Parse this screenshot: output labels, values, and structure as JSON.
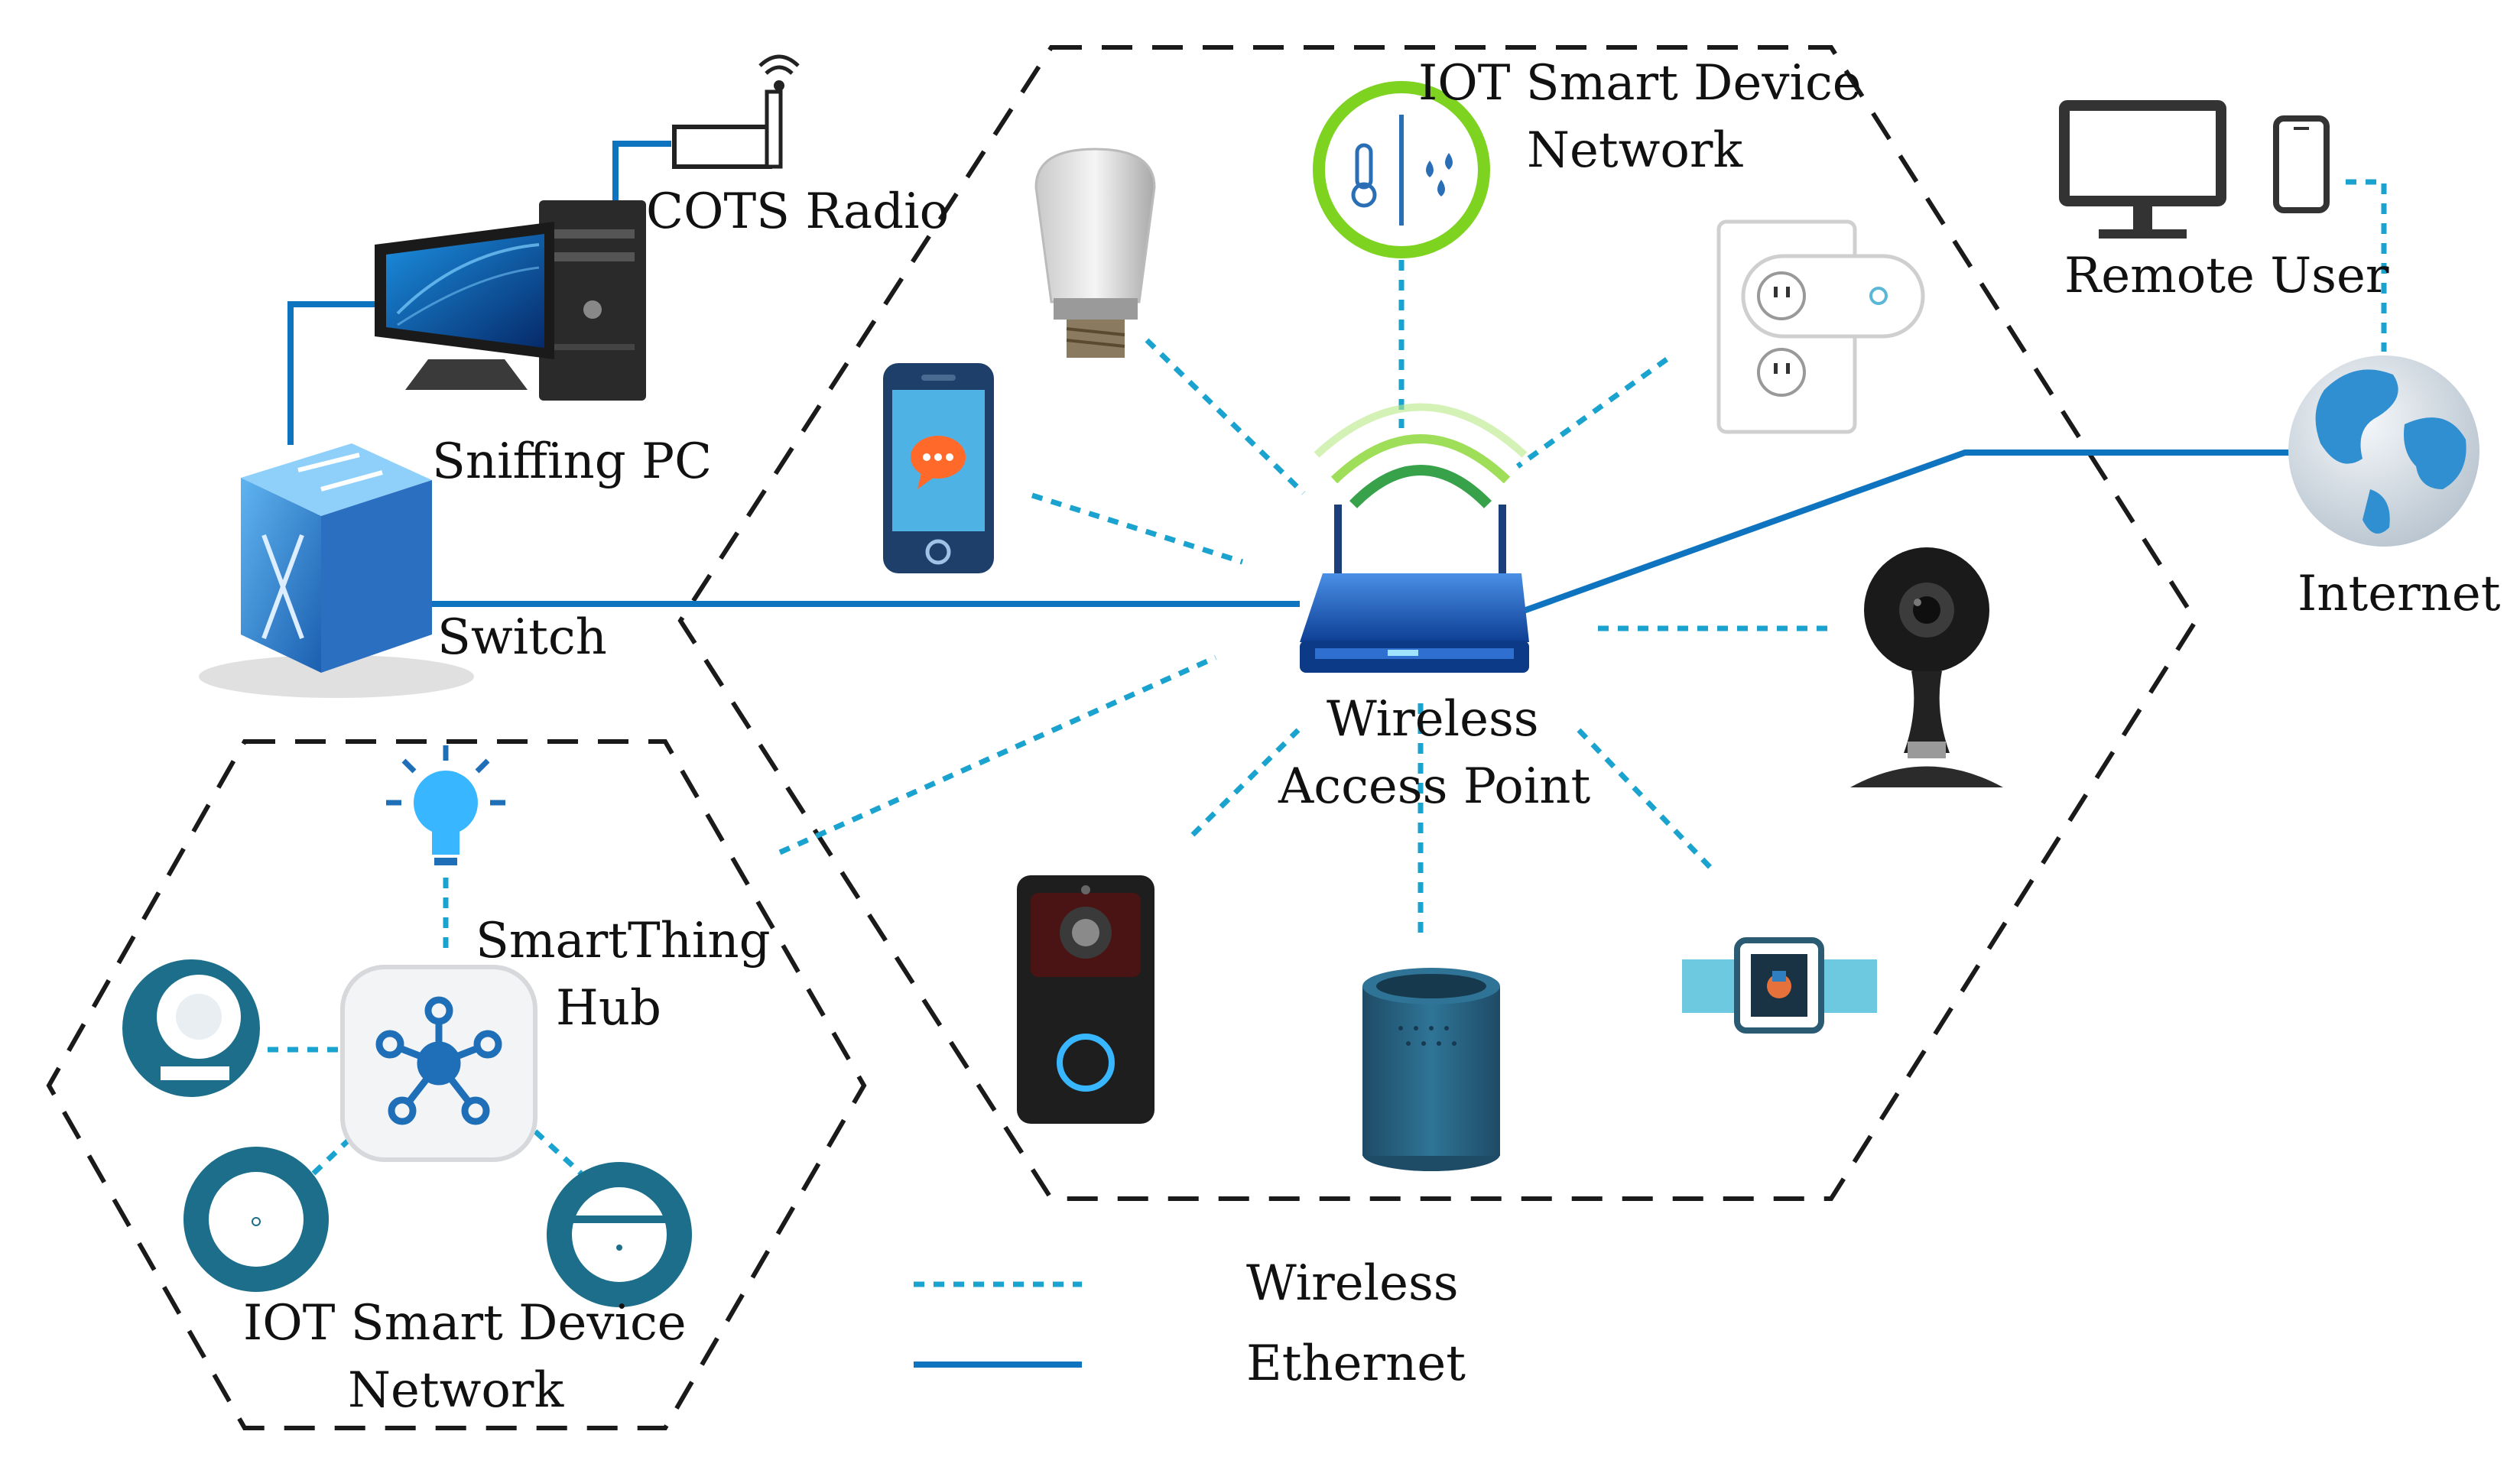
{
  "labels": {
    "cots_radio": "COTS Radio",
    "sniffing_pc": "Sniffing PC",
    "switch": "Switch",
    "iot_network_top_line1": "IOT Smart Device",
    "iot_network_top_line2": "Network",
    "wap_line1": "Wireless",
    "wap_line2": "Access Point",
    "remote_user": "Remote User",
    "internet": "Internet",
    "hub_line1": "SmartThing",
    "hub_line2": "Hub",
    "iot_network_bottom_line1": "IOT Smart Device",
    "iot_network_bottom_line2": "Network"
  },
  "legend": {
    "wireless": "Wireless",
    "ethernet": "Ethernet"
  },
  "colors": {
    "ethernet": "#0f74c0",
    "wireless": "#1aa3cf",
    "hex_border": "#1a1a1a",
    "hub_blue": "#1f6fb8",
    "sensor_teal": "#1c6e8a",
    "thermo_green": "#7ed321"
  },
  "icons": [
    "antenna-icon",
    "desktop-pc-icon",
    "network-switch-icon",
    "smart-bulb-icon",
    "thermo-humidity-sensor-icon",
    "smart-plug-icon",
    "smartphone-chat-icon",
    "wifi-router-icon",
    "globe-icon",
    "monitor-icon",
    "phone-icon",
    "security-camera-icon",
    "video-doorbell-icon",
    "smart-speaker-icon",
    "smart-watch-icon",
    "hub-icon",
    "lightbulb-icon",
    "motion-sensor-icon",
    "multipurpose-sensor-icon",
    "water-leak-sensor-icon"
  ]
}
